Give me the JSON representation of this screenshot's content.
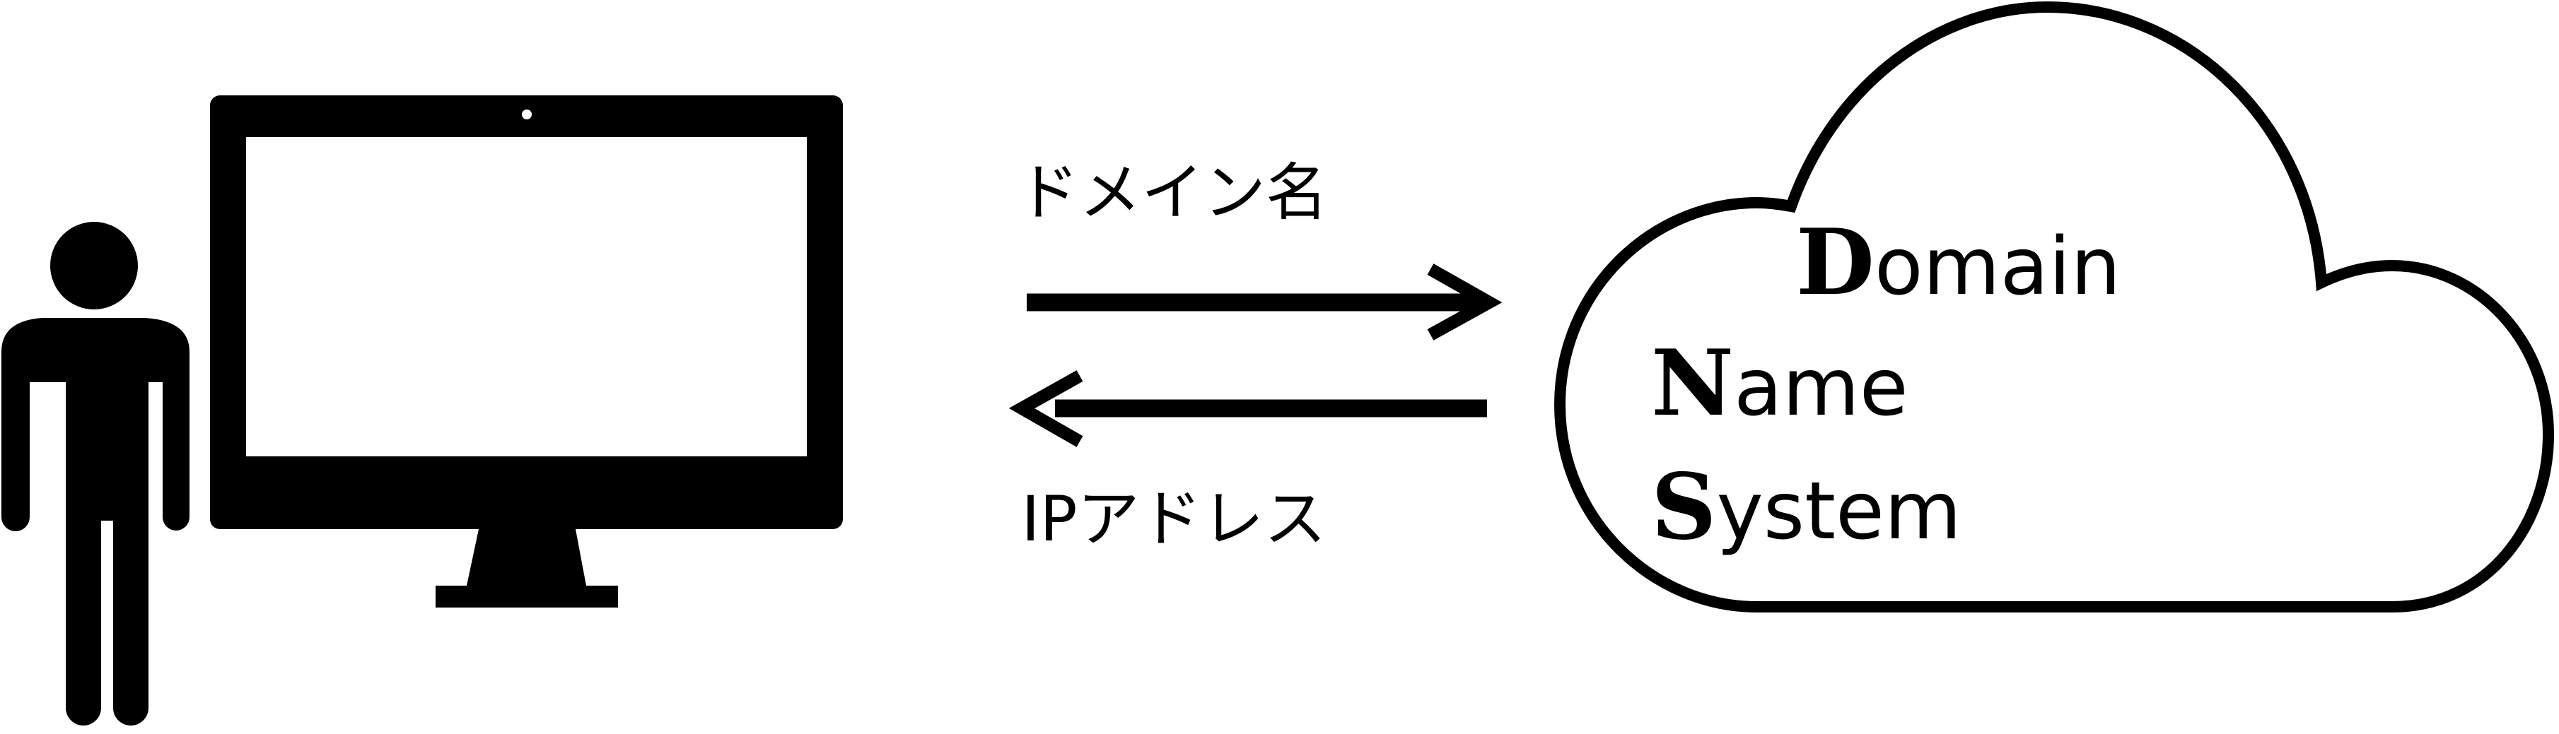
{
  "labels": {
    "request": "ドメイン名",
    "response": "IPアドレス"
  },
  "dns": {
    "lines": [
      {
        "initial": "D",
        "rest": "omain"
      },
      {
        "initial": "N",
        "rest": "ame"
      },
      {
        "initial": "S",
        "rest": "ystem"
      }
    ]
  },
  "icons": {
    "user": "person-icon",
    "computer": "desktop-monitor-icon",
    "server": "cloud-icon",
    "to_server": "arrow-right-icon",
    "to_user": "arrow-left-icon"
  },
  "colors": {
    "ink": "#000000",
    "background": "#ffffff"
  }
}
